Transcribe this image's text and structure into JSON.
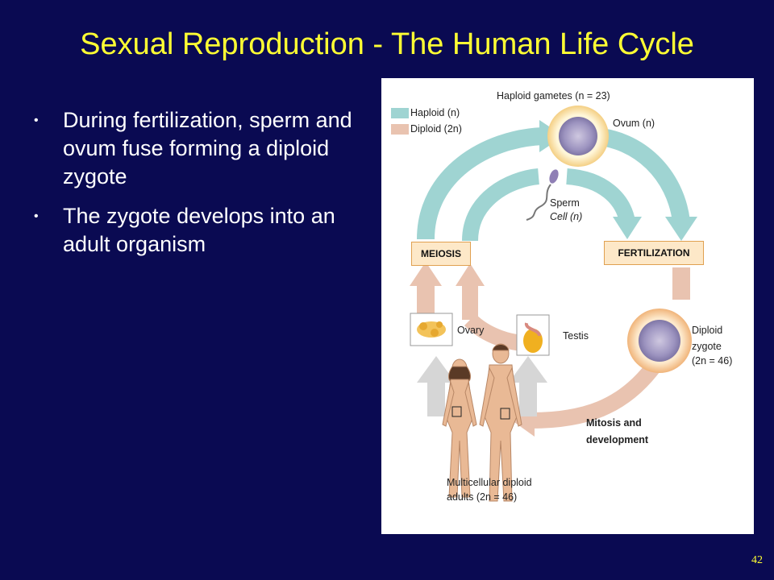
{
  "slide": {
    "title": "Sexual Reproduction - The Human Life Cycle",
    "bullets": [
      "During fertilization, sperm and ovum fuse forming a diploid zygote",
      "The zygote develops into an adult organism"
    ],
    "page_number": "42"
  },
  "diagram": {
    "haploid_gametes": "Haploid gametes (n = 23)",
    "legend_haploid": "Haploid (n)",
    "legend_diploid": "Diploid (2n)",
    "ovum": "Ovum (n)",
    "sperm_line1": "Sperm",
    "sperm_line2": "Cell (n)",
    "meiosis": "MEIOSIS",
    "fertilization": "FERTILIZATION",
    "ovary": "Ovary",
    "testis": "Testis",
    "zygote_line1": "Diploid",
    "zygote_line2": "zygote",
    "zygote_line3": "(2n = 46)",
    "mitosis_line1": "Mitosis and",
    "mitosis_line2": "development",
    "adults_line1": "Multicellular diploid",
    "adults_line2": "adults (2n = 46)"
  },
  "colors": {
    "background": "#0a0a52",
    "title": "#ffff33",
    "haploid": "#9fd4d2",
    "diploid": "#e9c3b0"
  }
}
